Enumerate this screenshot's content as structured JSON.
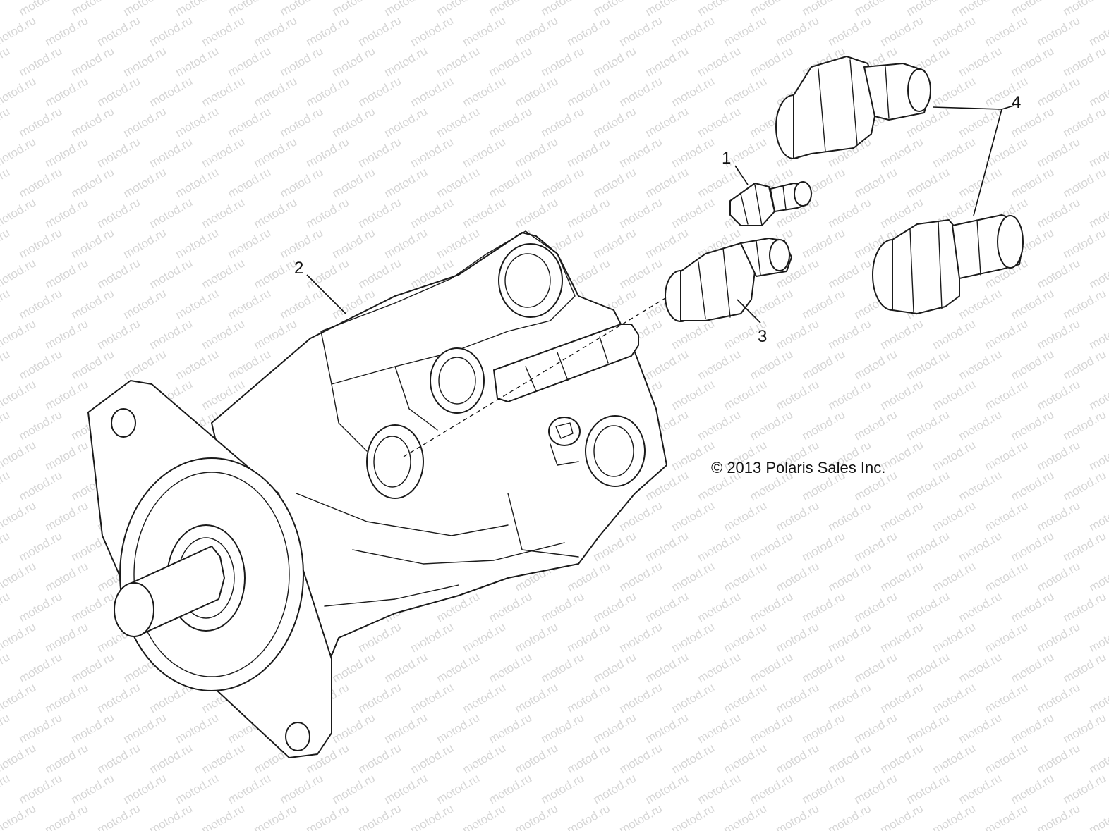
{
  "watermark": {
    "text": "motod.ru"
  },
  "copyright": "© 2013 Polaris Sales Inc.",
  "callouts": [
    {
      "id": "1",
      "label": "1"
    },
    {
      "id": "2",
      "label": "2"
    },
    {
      "id": "3",
      "label": "3"
    },
    {
      "id": "4",
      "label": "4"
    }
  ]
}
